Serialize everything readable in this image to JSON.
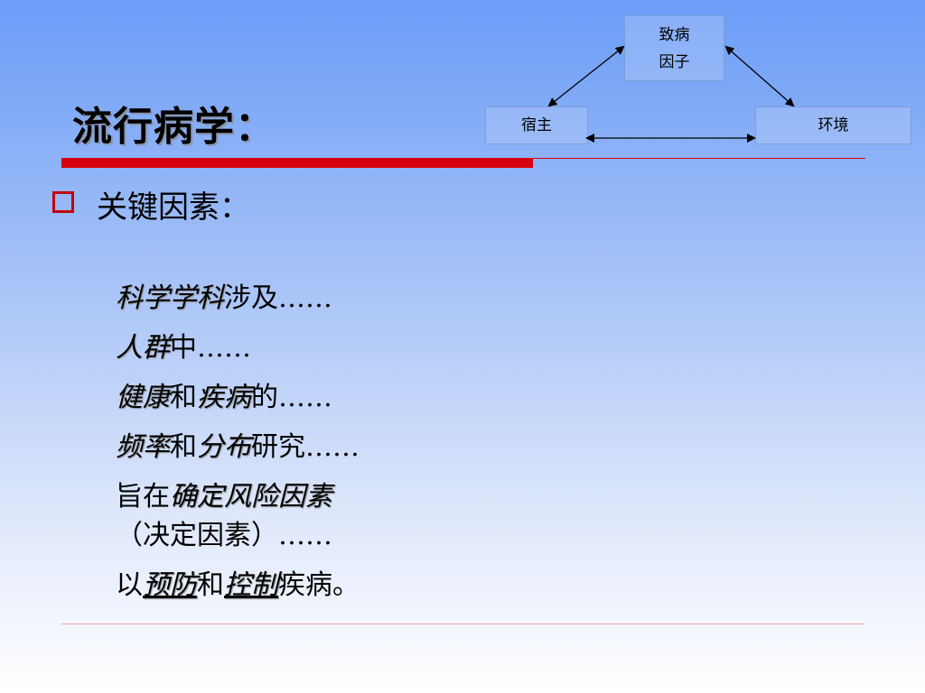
{
  "title": "流行病学：",
  "triangle": {
    "agent_line1": "致病",
    "agent_line2": "因子",
    "host": "宿主",
    "environment": "环境"
  },
  "heading": "关键因素：",
  "lines": {
    "l1": {
      "em1": "科学学科",
      "t1": "涉及……"
    },
    "l2": {
      "em1": "人群",
      "t1": "中……"
    },
    "l3": {
      "em1": "健康",
      "t1": "和",
      "em2": "疾病",
      "t2": "的……"
    },
    "l4": {
      "em1": "频率",
      "t1": "和",
      "em2": "分布",
      "t2": "研究……"
    },
    "l5": {
      "t0": "旨在",
      "em1": "确定风险因素"
    },
    "l6": {
      "t1": "（决定因素）……"
    },
    "l7": {
      "t0": "以",
      "em1": "预防",
      "t1": "和",
      "em2": "控制",
      "t2": "疾病。"
    }
  },
  "colors": {
    "accent": "#d6000e",
    "bullet": "#c4000a"
  }
}
